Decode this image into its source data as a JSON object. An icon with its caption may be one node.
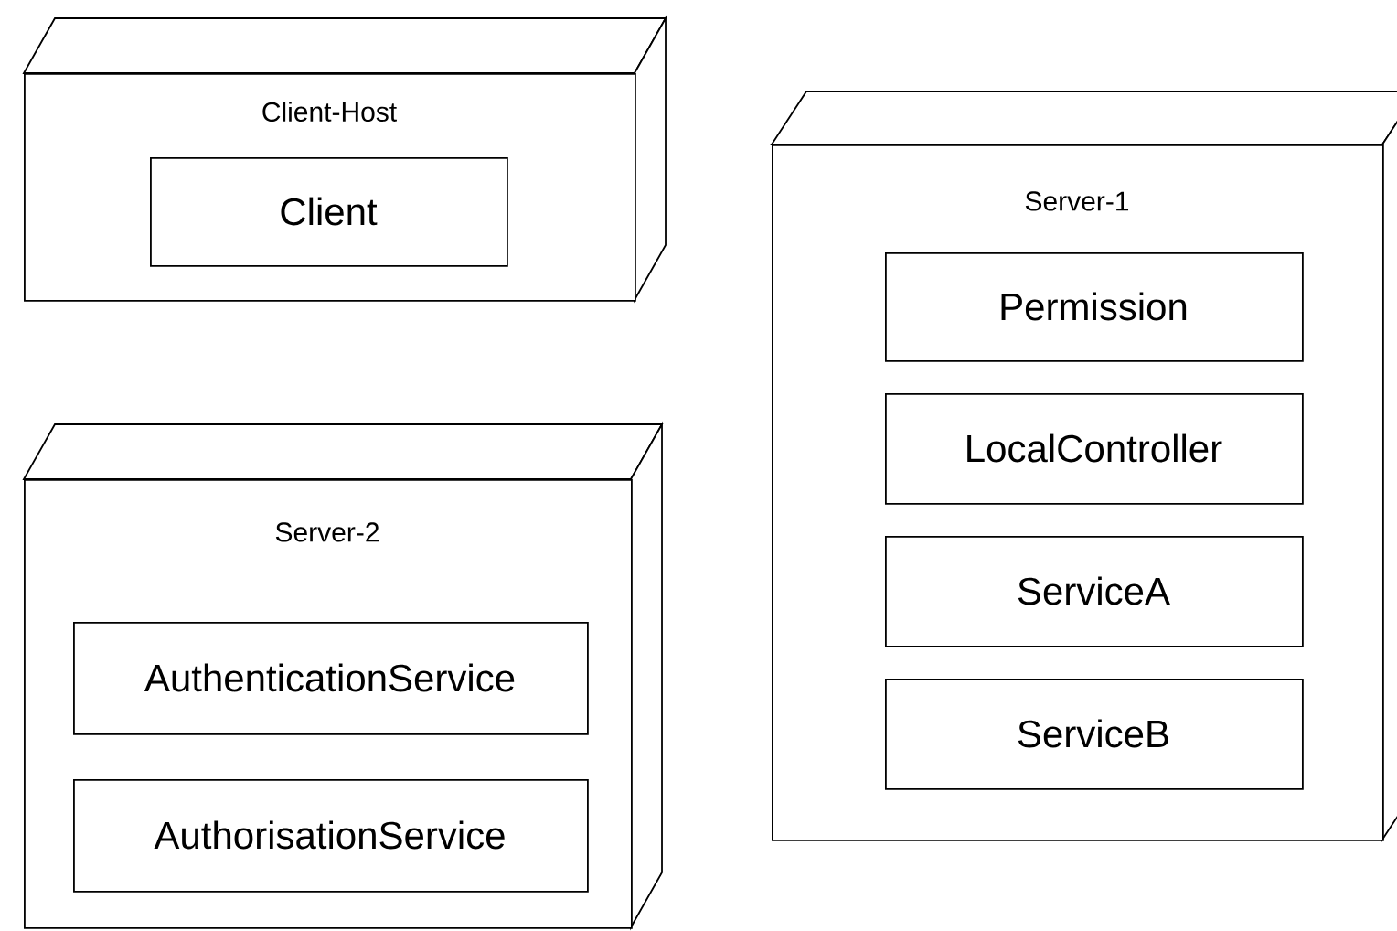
{
  "diagram": {
    "nodes": [
      {
        "text": [
          "Client-Host"
        ]
      },
      {
        "text": [
          "Client"
        ],
        "in": 0
      },
      {
        "text": [
          "Server-1"
        ]
      },
      {
        "text": [
          "Permission"
        ],
        "in": 2
      },
      {
        "text": [
          "LocalController"
        ],
        "in": 2
      },
      {
        "text": [
          "ServiceA"
        ],
        "in": 2
      },
      {
        "text": [
          "ServiceB"
        ],
        "in": 2
      },
      {
        "text": [
          "Server-2"
        ]
      },
      {
        "text": [
          "AuthenticationService"
        ],
        "in": 7
      },
      {
        "text": [
          "AuthorisationService"
        ],
        "in": 7
      }
    ]
  }
}
